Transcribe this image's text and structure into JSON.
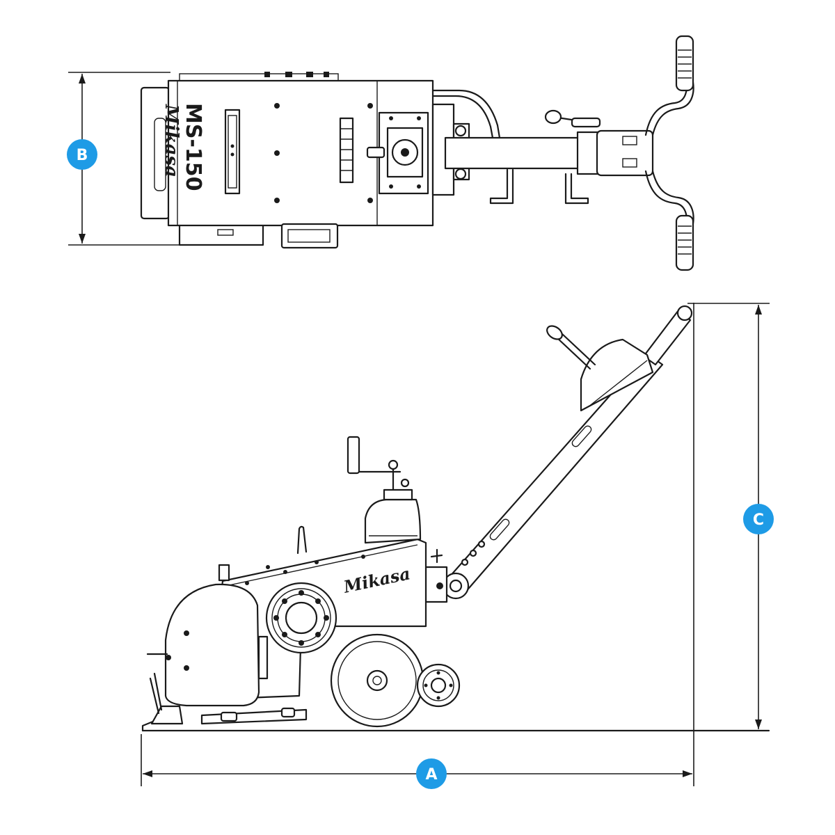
{
  "machine": {
    "model": "MS-150",
    "brand": "Mikasa"
  },
  "dimensions": {
    "a": {
      "label": "A"
    },
    "b": {
      "label": "B"
    },
    "c": {
      "label": "C"
    }
  },
  "colors": {
    "badge": "#1e9be6",
    "line": "#1a1a1a",
    "background": "#ffffff"
  }
}
